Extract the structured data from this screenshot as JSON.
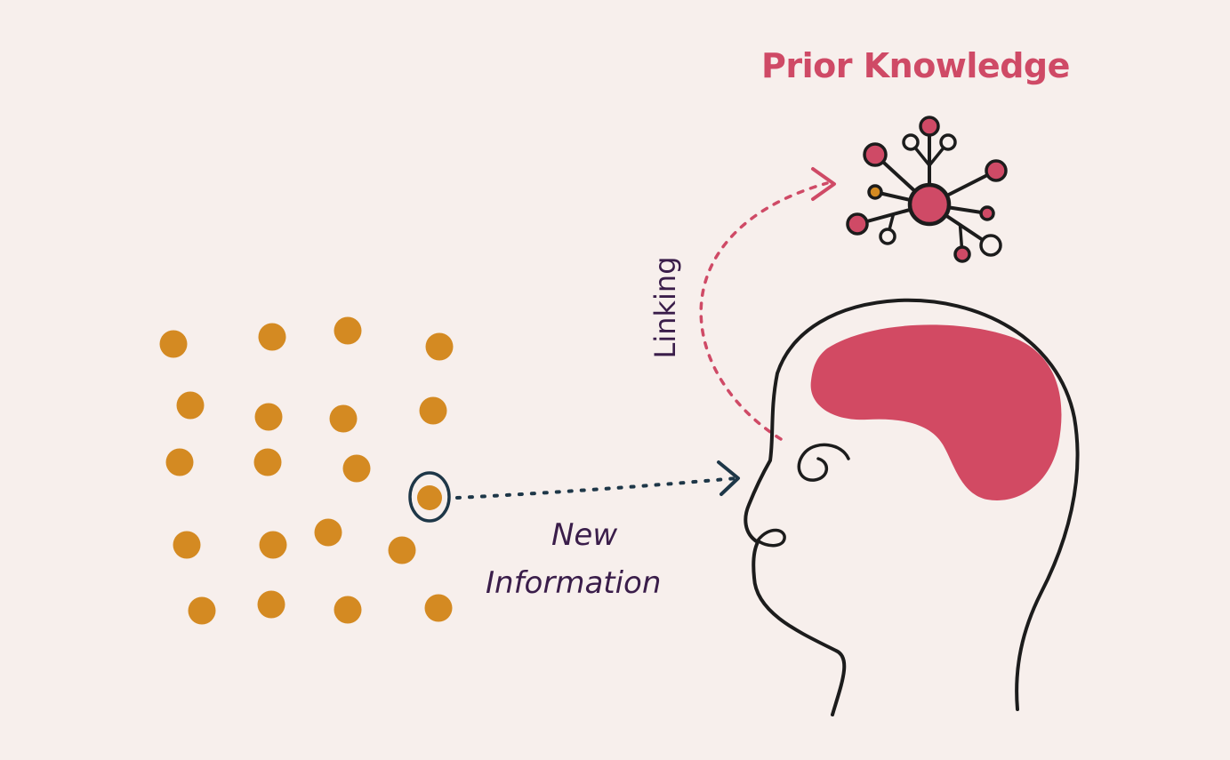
{
  "prior_knowledge_label": "Prior Knowledge",
  "linking_label": "Linking",
  "new_information_label": {
    "line1": "New",
    "line2": "Information"
  },
  "colors": {
    "background": "#f7efec",
    "accent": "#cf4a66",
    "dots": "#d48a22",
    "outline": "#1c1c1c",
    "text": "#3a1d4a",
    "arrow_new_info": "#1e3748"
  },
  "icons": {
    "network": "knowledge-network-icon",
    "head": "human-head-outline",
    "brain": "brain-blob"
  }
}
